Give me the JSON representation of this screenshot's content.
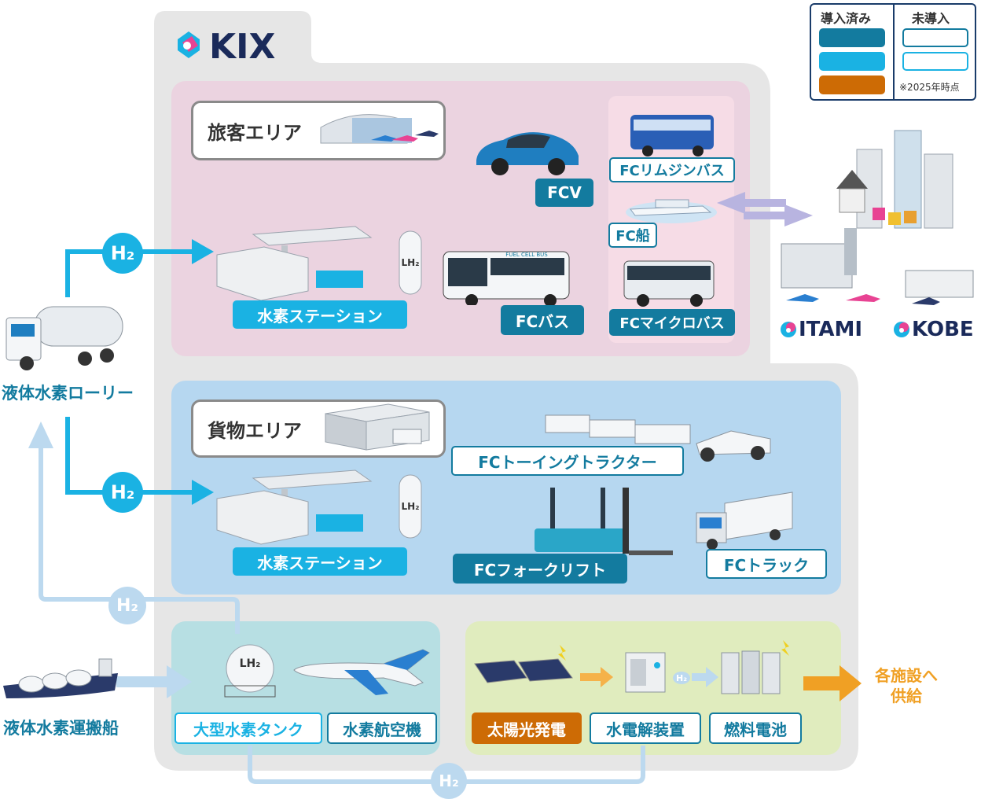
{
  "logos": {
    "kix": "KIX",
    "itami": "ITAMI",
    "kobe": "KOBE"
  },
  "legend": {
    "implemented": "導入済み",
    "not_implemented": "未導入",
    "note": "※2025年時点",
    "colors": {
      "implemented_dark": "#137b9f",
      "implemented_cyan": "#1ab2e3",
      "implemented_orange": "#cd6b05"
    }
  },
  "areas": {
    "passenger": "旅客エリア",
    "cargo": "貨物エリア"
  },
  "labels": {
    "fcv": "FCV",
    "fc_limousine_bus": "FCリムジンバス",
    "fc_ship": "FC船",
    "fc_bus": "FCバス",
    "fc_microbus": "FCマイクロバス",
    "hydrogen_station": "水素ステーション",
    "fc_towing_tractor": "FCトーイングトラクター",
    "fc_forklift": "FCフォークリフト",
    "fc_truck": "FCトラック",
    "large_hydrogen_tank": "大型水素タンク",
    "hydrogen_aircraft": "水素航空機",
    "solar_power": "太陽光発電",
    "electrolyzer": "水電解装置",
    "fuel_cell": "燃料電池",
    "supply_line1": "各施設へ",
    "supply_line2": "供給",
    "liquid_hydrogen_lorry": "液体水素ローリー",
    "liquid_hydrogen_carrier": "液体水素運搬船",
    "h2": "H₂",
    "lh2": "LH₂",
    "fuel_cell_bus_text": "FUEL CELL BUS"
  },
  "colors": {
    "dark_blue": "#137b9f",
    "cyan": "#1ab2e3",
    "light_arrow": "#bcd9ef",
    "supply_arrow": "#f0a024",
    "passenger_bg": "#ebd3e0",
    "cargo_bg": "#b6d7f0",
    "storage_bg": "#b7dfe3",
    "energy_bg": "#e0ecbe",
    "kix_bg": "#e6e6e6"
  }
}
